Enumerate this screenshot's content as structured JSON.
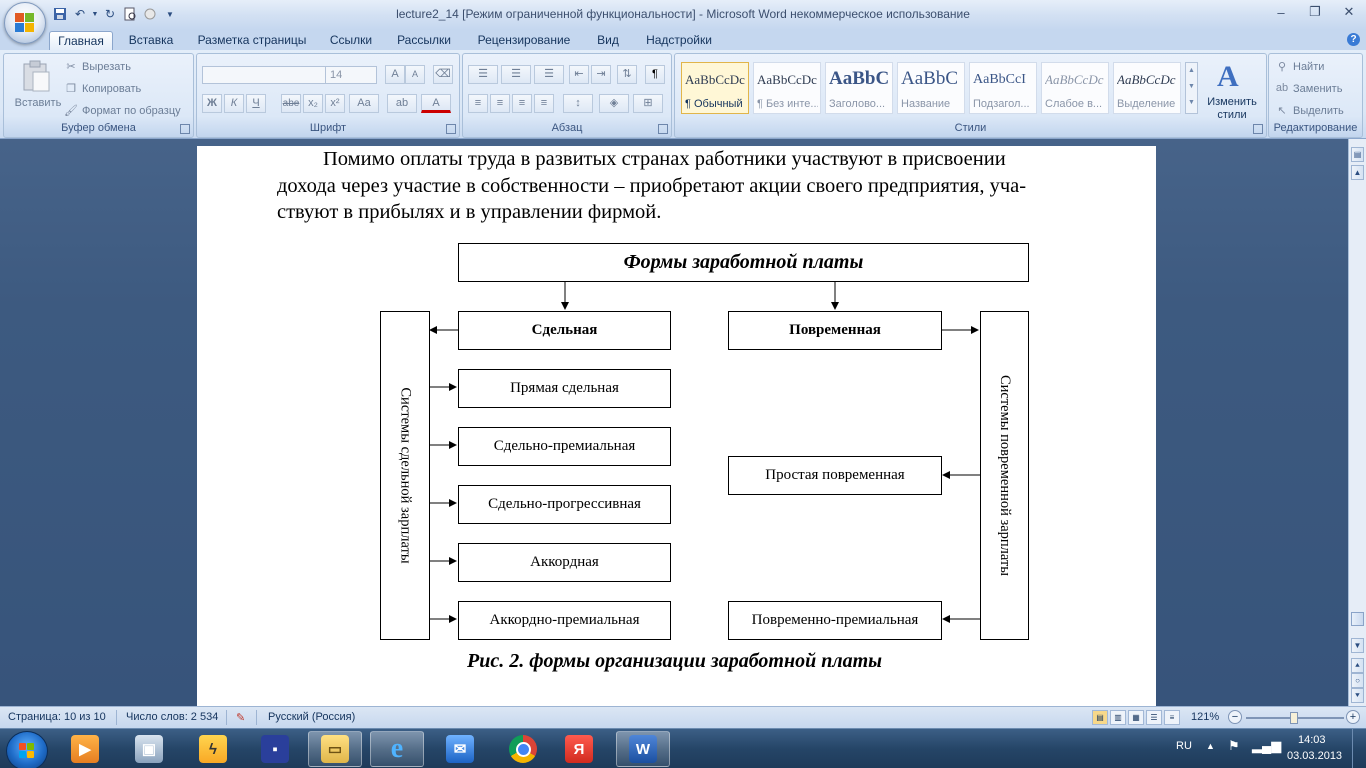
{
  "window": {
    "title": "lecture2_14 [Режим ограниченной функциональности] - Microsoft Word некоммерческое использование"
  },
  "tabs": [
    "Главная",
    "Вставка",
    "Разметка страницы",
    "Ссылки",
    "Рассылки",
    "Рецензирование",
    "Вид",
    "Надстройки"
  ],
  "ribbon": {
    "clipboard": {
      "paste_label": "Вставить",
      "cut_label": "Вырезать",
      "copy_label": "Копировать",
      "format_painter_label": "Формат по образцу",
      "group_label": "Буфер обмена"
    },
    "font": {
      "font_name": "",
      "font_size": "14",
      "bold": "Ж",
      "italic": "К",
      "underline": "Ч",
      "strike": "abe",
      "subscript": "x₂",
      "superscript": "x²",
      "change_case": "Aa",
      "grow": "A",
      "shrink": "A",
      "group_label": "Шрифт"
    },
    "paragraph": {
      "group_label": "Абзац"
    },
    "styles": {
      "items": [
        {
          "sample": "AaBbCcDc",
          "name": "¶ Обычный"
        },
        {
          "sample": "AaBbCcDc",
          "name": "¶ Без инте..."
        },
        {
          "sample": "AaBbC",
          "name": "Заголово..."
        },
        {
          "sample": "AaBbC",
          "name": "Название"
        },
        {
          "sample": "AaBbCcI",
          "name": "Подзагол..."
        },
        {
          "sample": "AaBbCcDc",
          "name": "Слабое в..."
        },
        {
          "sample": "AaBbCcDc",
          "name": "Выделение"
        }
      ],
      "change_styles_label_1": "Изменить",
      "change_styles_label_2": "стили",
      "group_label": "Стили"
    },
    "editing": {
      "find_label": "Найти",
      "replace_label": "Заменить",
      "select_label": "Выделить",
      "group_label": "Редактирование"
    }
  },
  "document": {
    "paragraph_lines": [
      "Помимо оплаты труда в развитых странах работники участвуют в присвоении",
      "дохода через участие в собственности – приобретают акции своего предприятия, уча-",
      "ствуют в прибылях и в управлении фирмой."
    ],
    "diagram": {
      "top": "Формы заработной платы",
      "left_head": "Сдельная",
      "right_head": "Повременная",
      "left_vertical": "Системы сдельной зарплаты",
      "right_vertical": "Системы повременной зарплаты",
      "left_items": [
        "Прямая сдельная",
        "Сдельно-премиальная",
        "Сдельно-прогрессивная",
        "Аккордная",
        "Аккордно-премиальная"
      ],
      "right_items": [
        "Простая повременная",
        "Повременно-премиальная"
      ]
    },
    "caption": "Рис. 2. формы организации заработной платы"
  },
  "status": {
    "page": "Страница: 10 из 10",
    "words": "Число слов: 2 534",
    "language": "Русский (Россия)",
    "zoom": "121%",
    "zoom_minus": "−",
    "zoom_plus": "+"
  },
  "taskbar": {
    "lang": "RU",
    "time": "14:03",
    "date": "03.03.2013",
    "yandex_letter": "Я",
    "word_letter": "W"
  }
}
